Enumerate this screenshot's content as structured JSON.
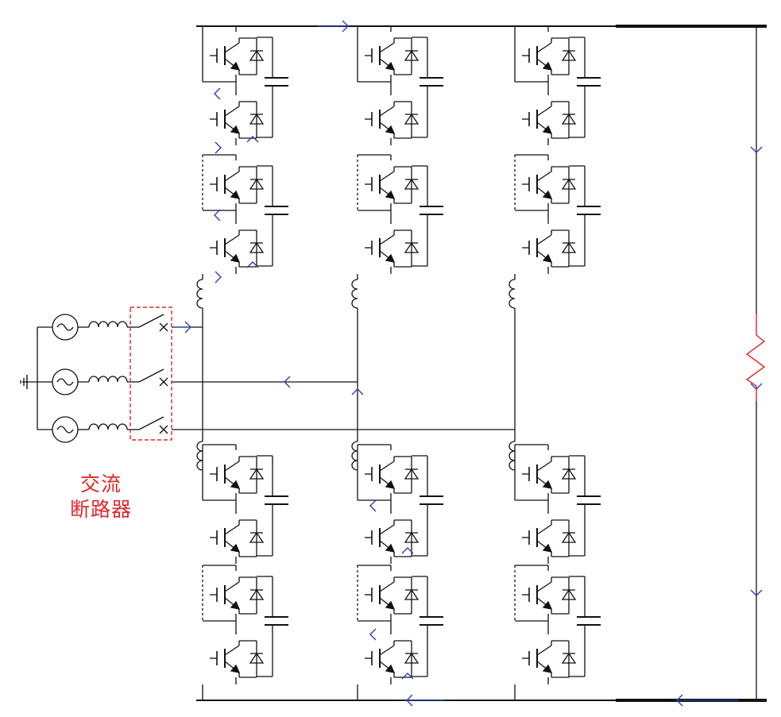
{
  "diagram": {
    "title": "",
    "breaker_label": {
      "line1": "交流",
      "line2": "断路器"
    },
    "colors": {
      "wire": "#111111",
      "current_arrow": "#2b3fb0",
      "breaker_box": "#e3272a",
      "load": "#e3272a"
    },
    "legs": 3,
    "submodules_per_arm": 2,
    "phases": 3
  }
}
